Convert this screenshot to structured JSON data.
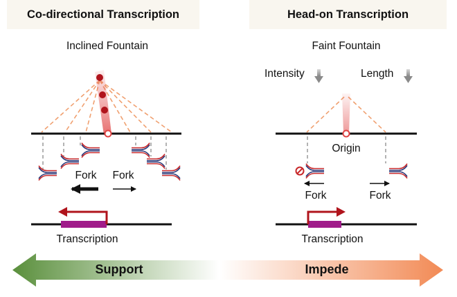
{
  "headers": {
    "left": "Co-directional Transcription",
    "right": "Head-on Transcription"
  },
  "left_panel": {
    "title": "Inclined Fountain",
    "fork_left_label": "Fork",
    "fork_right_label": "Fork",
    "transcription_label": "Transcription"
  },
  "right_panel": {
    "title": "Faint Fountain",
    "intensity_label": "Intensity",
    "length_label": "Length",
    "origin_label": "Origin",
    "fork_left_label": "Fork",
    "fork_right_label": "Fork",
    "transcription_label": "Transcription"
  },
  "gradient_bar": {
    "support_label": "Support",
    "impede_label": "Impede",
    "left_color": "#5a8f3c",
    "right_color": "#f28a55"
  },
  "colors": {
    "fountain_red": "#e04545",
    "dot_red": "#b0141c",
    "dash_orange": "#f0a070",
    "dna_black": "#111111",
    "transcript_magenta": "#a01c8a",
    "promoter_red": "#b0141c",
    "arrow_gray": "#9a9a9a",
    "fork_red": "#c8282a",
    "fork_blue": "#2c3a7a"
  }
}
